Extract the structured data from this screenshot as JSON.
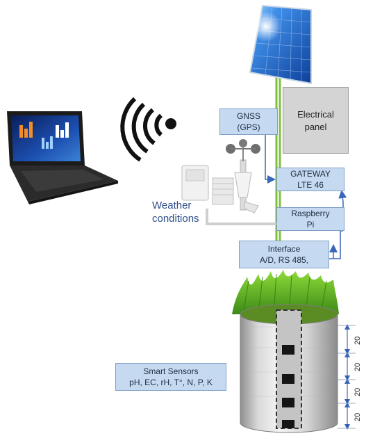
{
  "gnss": {
    "line1": "GNSS",
    "line2": "(GPS)"
  },
  "electrical_panel": {
    "line1": "Electrical",
    "line2": "panel"
  },
  "gateway": {
    "line1": "GATEWAY",
    "line2": "LTE 46"
  },
  "raspberry": {
    "line1": "Raspberry",
    "line2": "Pi"
  },
  "interface": {
    "line1": "Interface",
    "line2": "A/D, RS 485,"
  },
  "weather_label": {
    "line1": "Weather",
    "line2": "conditions"
  },
  "smart_sensors": {
    "line1": "Smart Sensors",
    "line2": "pH, EC, rH, T°, N, P, K"
  },
  "depth_labels": [
    "20",
    "20",
    "20",
    "20"
  ],
  "colors": {
    "box_fill": "#c5d9f1",
    "cable_green": "#7fbf3f",
    "arrow_blue": "#3a66b8",
    "panel_gray": "#d4d4d4"
  },
  "icons": [
    "solar-panel-icon",
    "laptop-icon",
    "wifi-icon",
    "weather-station-icon",
    "grass-icon",
    "soil-cylinder-icon",
    "sensor-probe-icon"
  ]
}
